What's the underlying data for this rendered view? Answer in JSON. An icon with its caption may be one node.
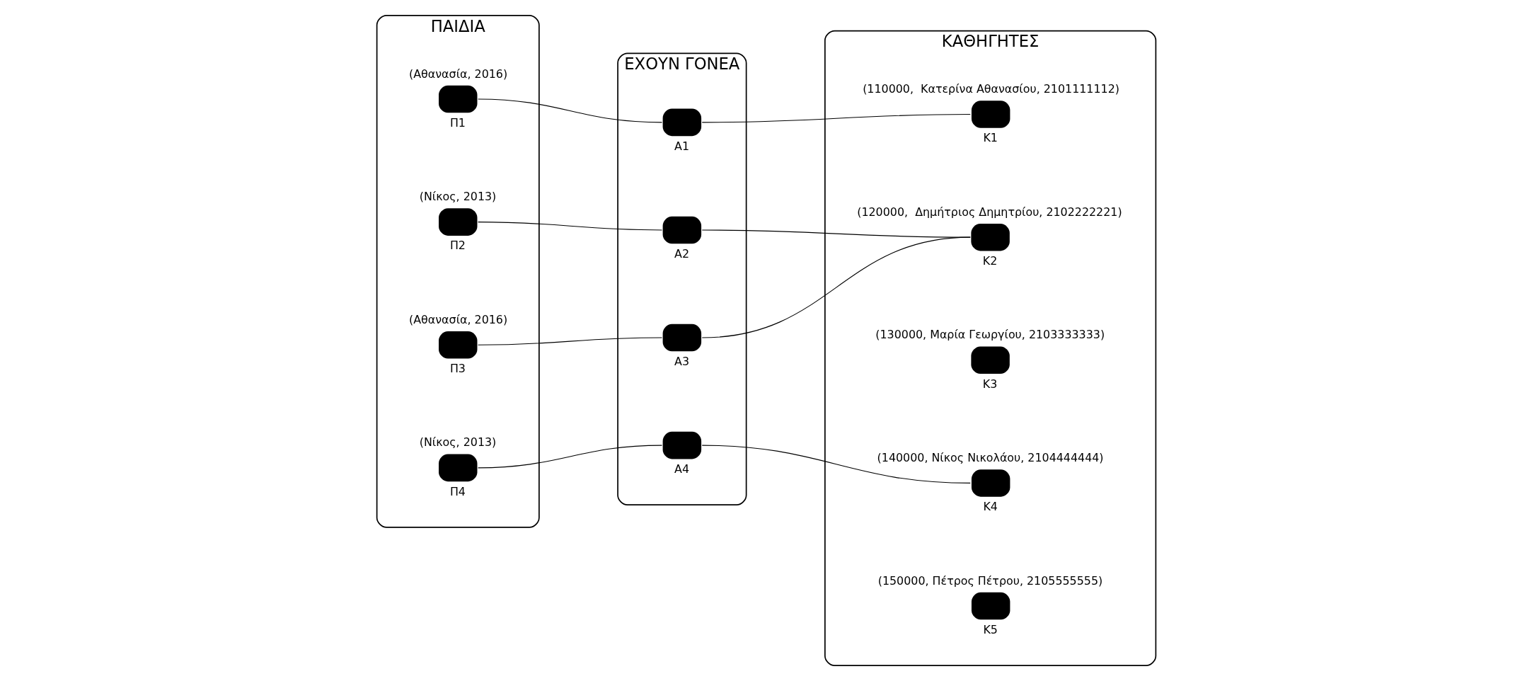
{
  "diagram": {
    "nodes": [
      {
        "text": [
          "ΠΑΙΔΙΑ"
        ]
      },
      {
        "text": [],
        "shape": "ellipse",
        "in": 0,
        "beside": [
          "(Αθανασία, 2016)",
          "Π1"
        ]
      },
      {
        "text": [],
        "shape": "ellipse",
        "in": 0,
        "beside": [
          "(Νίκος, 2013)",
          "Π2"
        ]
      },
      {
        "text": [],
        "shape": "ellipse",
        "in": 0,
        "beside": [
          "(Αθανασία, 2016)",
          "Π3"
        ]
      },
      {
        "text": [],
        "shape": "ellipse",
        "in": 0,
        "beside": [
          "(Νίκος, 2013)",
          "Π4"
        ]
      },
      {
        "text": [
          "ΕΧΟΥΝ ΓΟΝΕΑ"
        ]
      },
      {
        "text": [],
        "shape": "ellipse",
        "in": 5,
        "beside": [
          "Α1"
        ]
      },
      {
        "text": [],
        "shape": "ellipse",
        "in": 5,
        "beside": [
          "Α2"
        ]
      },
      {
        "text": [],
        "shape": "ellipse",
        "in": 5,
        "beside": [
          "Α3"
        ]
      },
      {
        "text": [],
        "shape": "ellipse",
        "in": 5,
        "beside": [
          "Α4"
        ]
      },
      {
        "text": [
          "ΚΑΘΗΓΗΤΕΣ"
        ]
      },
      {
        "text": [],
        "shape": "ellipse",
        "in": 10,
        "beside": [
          "(110000,  Κατερίνα Αθανασίου, 2101111112)",
          "Κ1"
        ]
      },
      {
        "text": [],
        "shape": "ellipse",
        "in": 10,
        "beside": [
          "(120000,  Δημήτριος Δημητρίου, 2102222221)",
          "Κ2"
        ]
      },
      {
        "text": [],
        "shape": "ellipse",
        "in": 10,
        "beside": [
          "(130000, Μαρία Γεωργίου, 2103333333)",
          "Κ3"
        ]
      },
      {
        "text": [],
        "shape": "ellipse",
        "in": 10,
        "beside": [
          "(140000, Νίκος Νικολάου, 2104444444)",
          "Κ4"
        ]
      },
      {
        "text": [],
        "shape": "ellipse",
        "in": 10,
        "beside": [
          "(150000, Πέτρος Πέτρου, 2105555555)",
          "Κ5"
        ]
      }
    ],
    "edges": [
      {
        "from": 1,
        "to": 6,
        "arrow": "none"
      },
      {
        "from": 6,
        "to": 11,
        "arrow": "none"
      },
      {
        "from": 2,
        "to": 7,
        "arrow": "none"
      },
      {
        "from": 7,
        "to": 12,
        "arrow": "none"
      },
      {
        "from": 3,
        "to": 8,
        "arrow": "none"
      },
      {
        "from": 8,
        "to": 12,
        "arrow": "none"
      },
      {
        "from": 4,
        "to": 9,
        "arrow": "none"
      },
      {
        "from": 9,
        "to": 14,
        "arrow": "none"
      }
    ]
  }
}
